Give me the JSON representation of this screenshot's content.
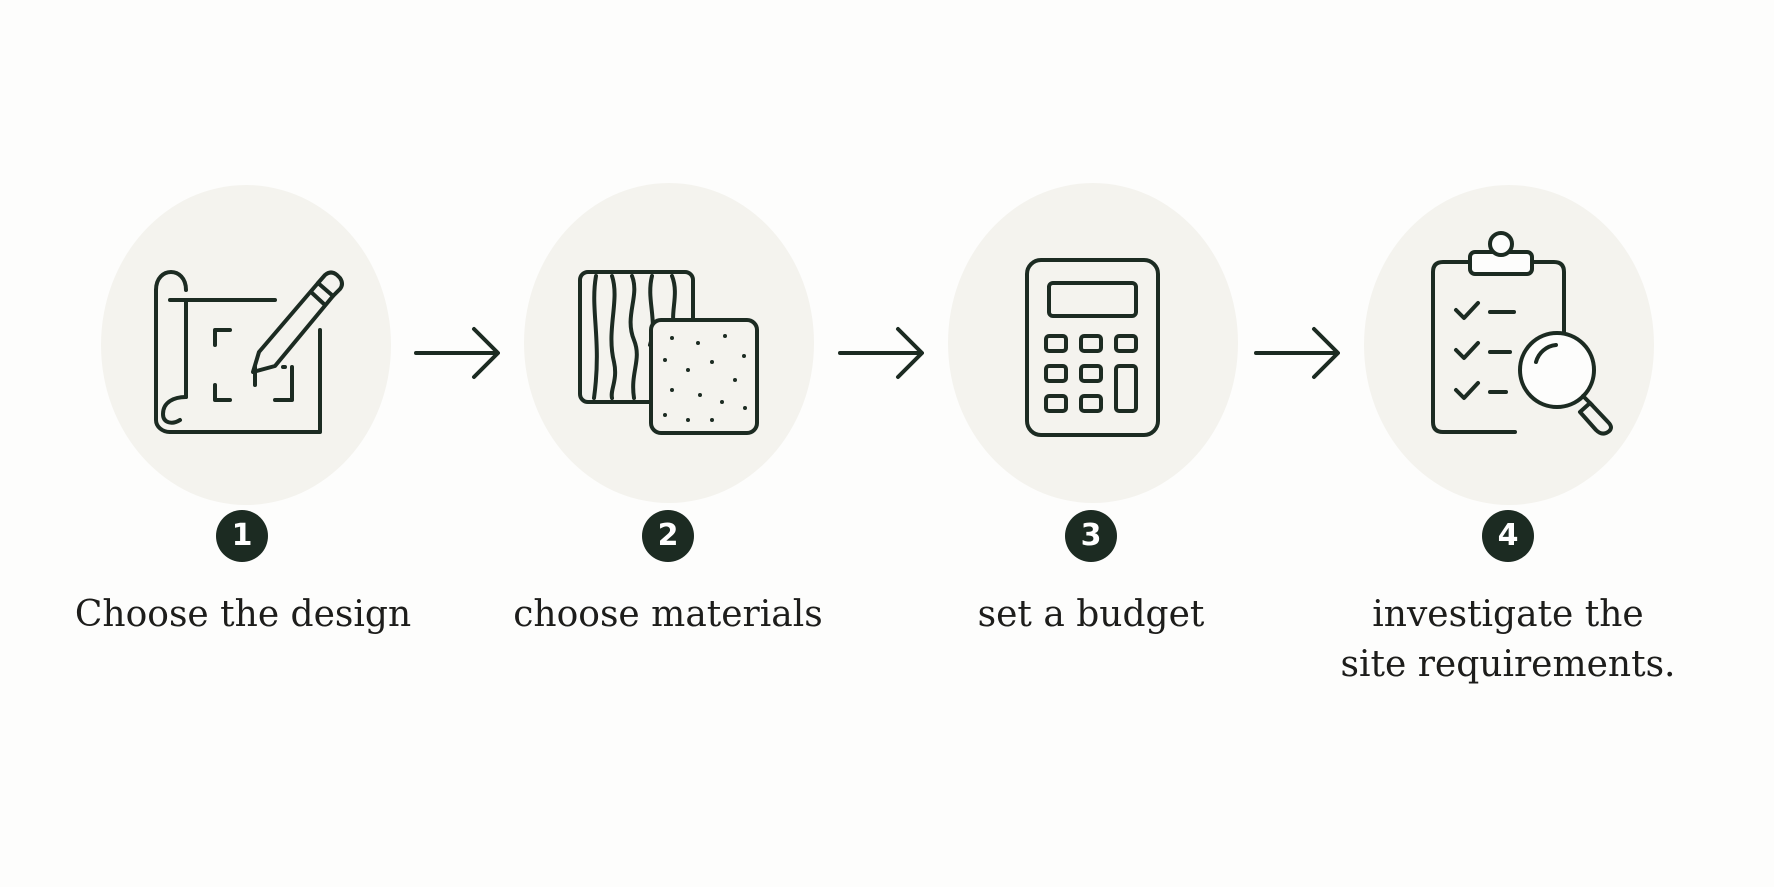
{
  "colors": {
    "background": "#fdfdfc",
    "circle": "#f4f3ee",
    "ink": "#1c2b22",
    "badge_text": "#ffffff"
  },
  "steps": [
    {
      "number": "1",
      "label": "Choose the design",
      "icon": "blueprint-pencil-icon"
    },
    {
      "number": "2",
      "label": "choose materials",
      "icon": "material-samples-icon"
    },
    {
      "number": "3",
      "label": "set a budget",
      "icon": "calculator-icon"
    },
    {
      "number": "4",
      "label": "investigate the\nsite requirements.",
      "icon": "clipboard-checklist-magnifier-icon"
    }
  ],
  "connector_icon": "arrow-right-icon"
}
